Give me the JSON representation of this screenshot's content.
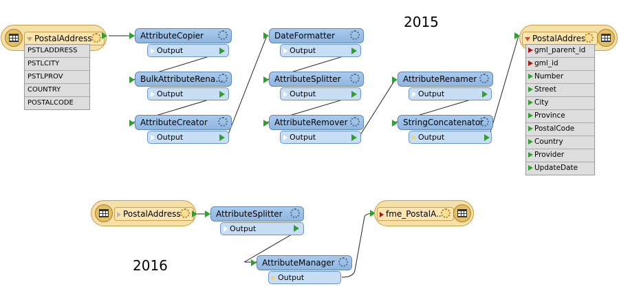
{
  "years": {
    "y2015": "2015",
    "y2016": "2016"
  },
  "colors": {
    "transformer_blue": "#8fb6e0",
    "reader_gold": "#f5e0a7",
    "port_green": "#2fa02f",
    "format_red": "#a31919"
  },
  "workflow_2015": {
    "reader": {
      "name": "PostalAddress",
      "icon": "table-icon",
      "attributes": [
        "PSTLADDRESS",
        "PSTLCITY",
        "PSTLPROV",
        "COUNTRY",
        "POSTALCODE"
      ]
    },
    "transformers": [
      {
        "name": "AttributeCopier",
        "port": "Output"
      },
      {
        "name": "BulkAttributeRena...",
        "port": "Output"
      },
      {
        "name": "AttributeCreator",
        "port": "Output"
      },
      {
        "name": "DateFormatter",
        "port": "Output"
      },
      {
        "name": "AttributeSplitter",
        "port": "Output"
      },
      {
        "name": "AttributeRemover",
        "port": "Output"
      },
      {
        "name": "AttributeRenamer",
        "port": "Output"
      },
      {
        "name": "StringConcatenator",
        "port": "Output"
      }
    ],
    "writer": {
      "name": "PostalAddress",
      "icon": "table-icon",
      "attributes": [
        "gml_parent_id",
        "gml_id",
        "Number",
        "Street",
        "City",
        "Province",
        "PostalCode",
        "Country",
        "Provider",
        "UpdateDate"
      ]
    }
  },
  "workflow_2016": {
    "reader": {
      "name": "PostalAddress",
      "icon": "table-icon"
    },
    "transformers": [
      {
        "name": "AttributeSplitter",
        "port": "Output"
      },
      {
        "name": "AttributeManager",
        "port": "Output"
      }
    ],
    "writer": {
      "name": "fme_PostalA...",
      "icon": "table-icon"
    }
  }
}
